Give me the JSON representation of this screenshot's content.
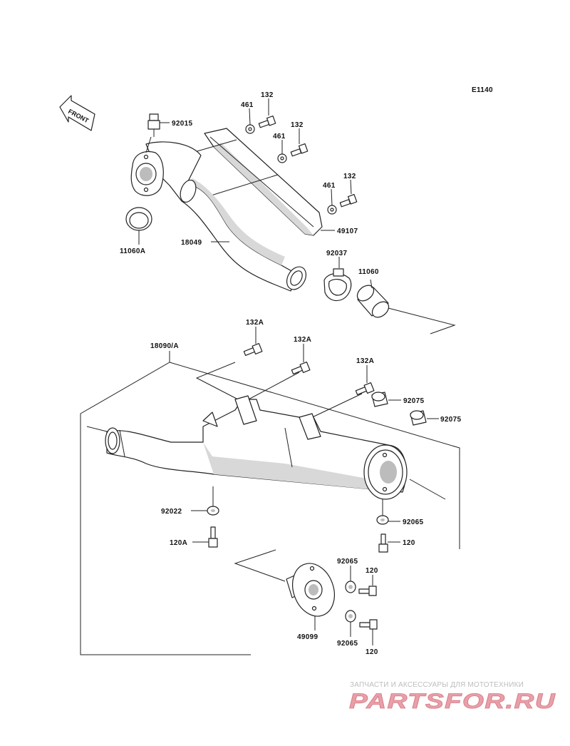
{
  "diagram_code": "E1140",
  "front_label": "FRONT",
  "parts": {
    "p92015": "92015",
    "p461a": "461",
    "p132a": "132",
    "p461b": "461",
    "p132b": "132",
    "p461c": "461",
    "p132c": "132",
    "p49107": "49107",
    "p11060A": "11060A",
    "p18049": "18049",
    "p92037": "92037",
    "p11060": "11060",
    "p18090A": "18090/A",
    "p132A1": "132A",
    "p132A2": "132A",
    "p132A3": "132A",
    "p92075a": "92075",
    "p92075b": "92075",
    "p92022": "92022",
    "p92065a": "92065",
    "p120Aa": "120A",
    "p120a": "120",
    "p92065b": "92065",
    "p120b": "120",
    "p49099": "49099",
    "p92065c": "92065",
    "p120c": "120"
  },
  "watermark": {
    "tagline": "ЗАПЧАСТИ И АКСЕССУАРЫ ДЛЯ МОТОТЕХНИКИ",
    "logo": "PARTSFOR.RU",
    "color": "#e8a0a8"
  }
}
